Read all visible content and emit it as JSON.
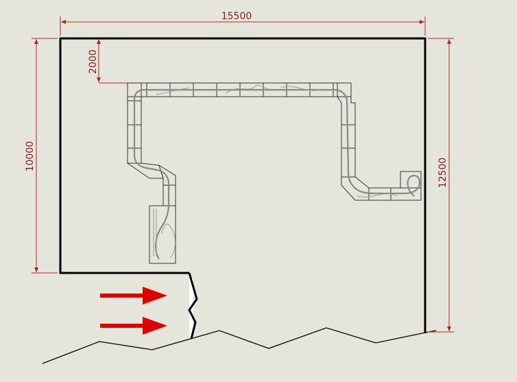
{
  "dimensions": {
    "width_top": "15500",
    "height_left": "10000",
    "offset_top": "2000",
    "height_right": "12500"
  },
  "colors": {
    "background": "#e6e5dc",
    "dimension": "#b22222",
    "arrow": "#e00000",
    "wall": "#000000",
    "track": "#888888"
  },
  "icons": [
    "entrance-arrow",
    "entrance-arrow"
  ]
}
